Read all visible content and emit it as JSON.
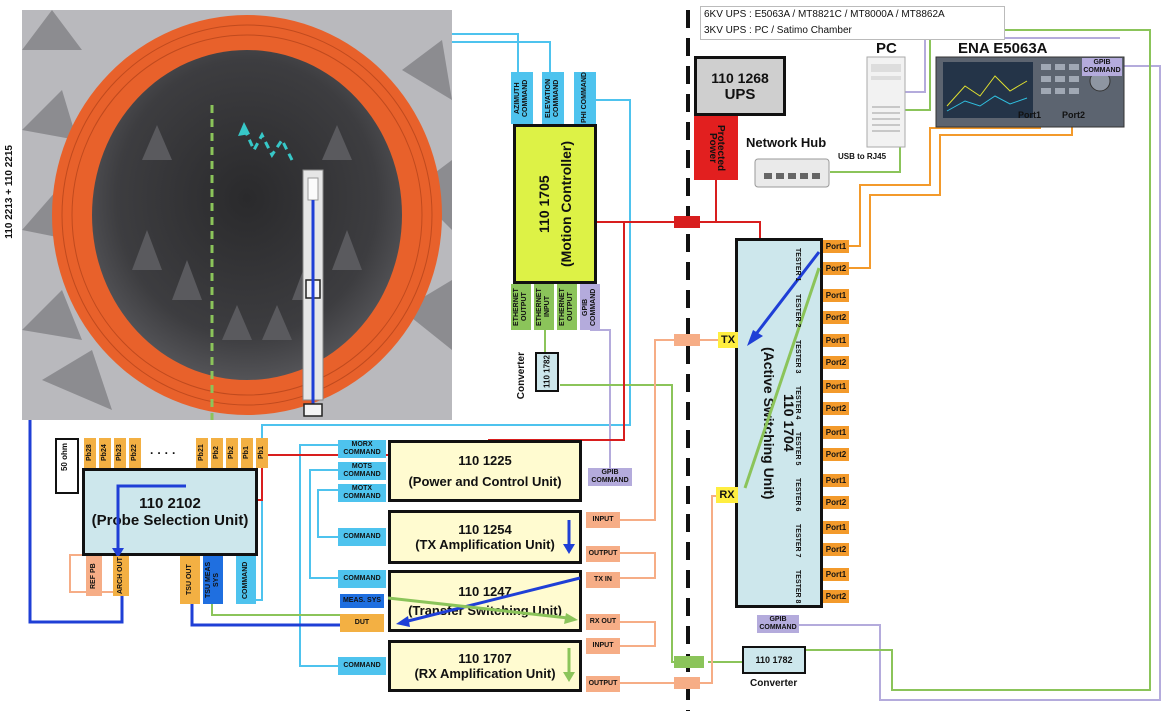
{
  "side_label": "110 2213 + 110 2215",
  "ups_note": [
    "6KV UPS : E5063A / MT8821C / MT8000A / MT8862A",
    "3KV UPS : PC / Satimo Chamber"
  ],
  "pc": {
    "label": "PC"
  },
  "ena": {
    "title": "ENA E5063A",
    "gpib": "GPIB COMMAND",
    "port1": "Port1",
    "port2": "Port2"
  },
  "ups": {
    "id": "110 1268",
    "name": "UPS",
    "protected": "Protected Power"
  },
  "hub": {
    "label": "Network Hub",
    "usb": "USB to RJ45"
  },
  "motion": {
    "id": "110 1705",
    "name": "(Motion Controller)",
    "top_ports": [
      "AZIMUTH COMMAND",
      "ELEVATION COMMAND",
      "PHI COMMAND"
    ],
    "bottom_ports": [
      "ETHERNET OUTPUT",
      "ETHERNET INPUT",
      "ETHERNET OUTPUT",
      "GPIB COMMAND"
    ]
  },
  "converter_top": {
    "id": "110 1782",
    "label": "Converter"
  },
  "converter_bottom": {
    "id": "110 1782",
    "label": "Converter"
  },
  "asu": {
    "id": "110 1704",
    "name": "(Active Switching Unit)",
    "gpib": "GPIB COMMAND",
    "tx": "TX",
    "rx": "RX",
    "testers": [
      "TESTER 1",
      "TESTER 2",
      "TESTER 3",
      "TESTER 4",
      "TESTER 5",
      "TESTER 6",
      "TESTER 7",
      "TESTER 8"
    ],
    "port1": "Port1",
    "port2": "Port2"
  },
  "psu": {
    "id": "110 2102",
    "name": "(Probe Selection Unit)",
    "ohm": "50 ohm",
    "dots": "· · · ·",
    "top_ports": [
      "Pb28",
      "Pb24",
      "Pb23",
      "Pb22",
      "Pb21",
      "Pb2",
      "Pb2",
      "Pb1",
      "Pb1"
    ],
    "bottom_ports": [
      "REF PB",
      "ARCH OUT",
      "TSU OUT",
      "TSU MEAS SYS",
      "COMMAND"
    ]
  },
  "pcu": {
    "id": "110 1225",
    "name": "(Power and Control Unit)",
    "left_ports": [
      "MORX COMMAND",
      "MOTS COMMAND",
      "MOTX COMMAND"
    ],
    "gpib": "GPIB COMMAND"
  },
  "tx_amp": {
    "id": "110 1254",
    "name": "(TX Amplification Unit)",
    "command": "COMMAND",
    "input": "INPUT",
    "output": "OUTPUT"
  },
  "tsu": {
    "id": "110 1247",
    "name": "(Transfer Switching Unit)",
    "command": "COMMAND",
    "meas": "MEAS. SYS",
    "dut": "DUT",
    "tx_in": "TX IN",
    "rx_out": "RX OUT"
  },
  "rx_amp": {
    "id": "110 1707",
    "name": "(RX Amplification Unit)",
    "command": "COMMAND",
    "input": "INPUT",
    "output": "OUTPUT"
  },
  "colors": {
    "cmd_blue": "#4ec3ee",
    "gpib_purple": "#b4abdc",
    "rf_orange": "#f6ad86",
    "ethernet_green": "#8bc45a",
    "power_red": "#d81e1e",
    "probe_blue": "#1f3fd6"
  }
}
